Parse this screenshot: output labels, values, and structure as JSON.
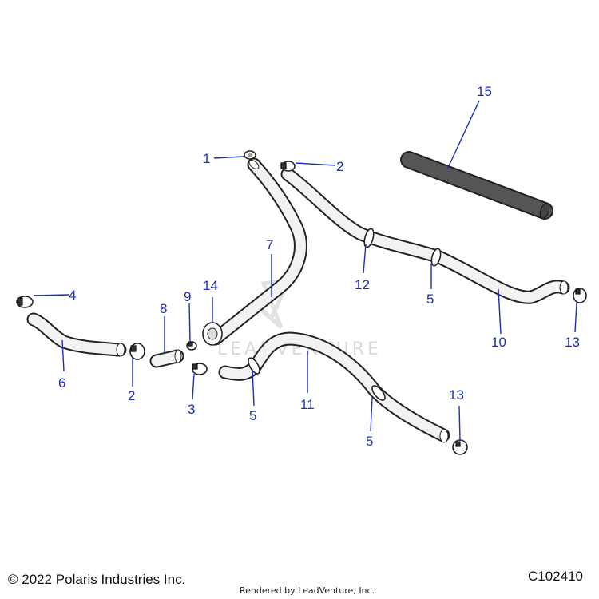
{
  "footer": {
    "copyright": "© 2022 Polaris Industries Inc.",
    "rendered_by": "Rendered by LeadVenture, Inc.",
    "diagram_code": "C102410"
  },
  "watermark": "LEADVENTURE",
  "callouts": {
    "c1": "1",
    "c2a": "2",
    "c2b": "2",
    "c3": "3",
    "c4": "4",
    "c5a": "5",
    "c5b": "5",
    "c5c": "5",
    "c6": "6",
    "c7": "7",
    "c8": "8",
    "c9": "9",
    "c10": "10",
    "c11": "11",
    "c12": "12",
    "c13a": "13",
    "c13b": "13",
    "c14": "14",
    "c15": "15"
  }
}
